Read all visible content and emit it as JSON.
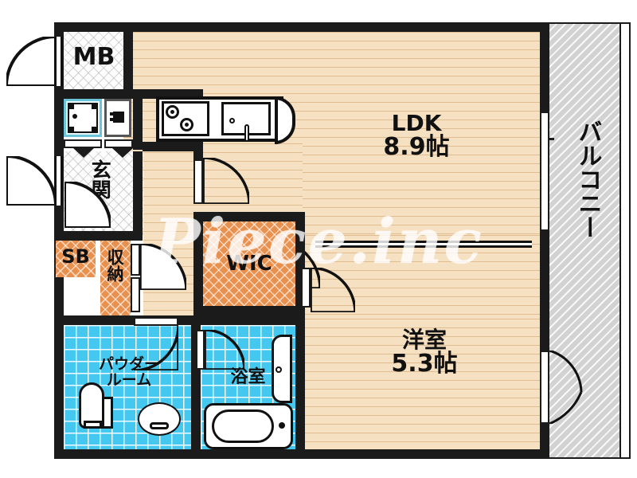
{
  "plan": {
    "watermark": "Piece.inc",
    "colors": {
      "wall": "#1b1b1b",
      "wood_floor": "#f6e0c2",
      "closet_orange": "#e8914f",
      "wet_tile_blue": "#45c8f0",
      "balcony_gray": "#d2d2d2",
      "text": "#111111"
    }
  },
  "rooms": {
    "ldk": {
      "name": "LDK",
      "size": "8.9帖"
    },
    "bedroom": {
      "name": "洋室",
      "size": "5.3帖"
    },
    "balcony": {
      "name": "バルコニー"
    },
    "entrance": {
      "name": "玄関"
    },
    "powder_room": {
      "name_line1": "パウダー",
      "name_line2": "ルーム"
    },
    "bath": {
      "name": "浴室"
    },
    "wic": {
      "name": "WIC"
    },
    "storage": {
      "name": "収納"
    },
    "shoe_box": {
      "name": "SB"
    },
    "meter_box": {
      "name": "MB"
    }
  },
  "fixtures": {
    "stove": "gas-stove-2-burner",
    "sink": "kitchen-sink",
    "washer": "washing-machine",
    "water_heater": "水",
    "toilet": "toilet",
    "vanity": "vanity-basin",
    "bathtub": "bathtub",
    "bath_mirror": "bath-shower-panel"
  }
}
